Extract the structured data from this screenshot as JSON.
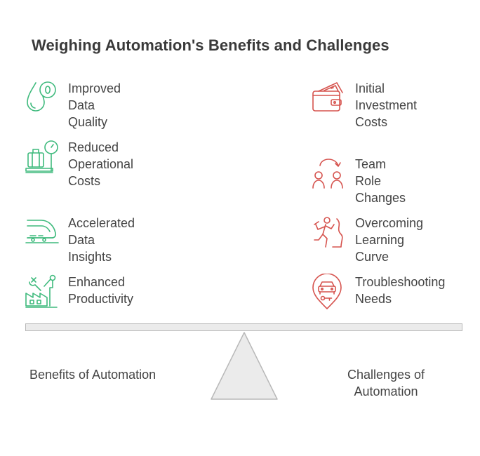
{
  "title": "Weighing Automation's Benefits and Challenges",
  "colors": {
    "benefit": "#3fba7d",
    "challenge": "#d6544f",
    "beam_fill": "#ebebeb",
    "beam_stroke": "#b8b8b8"
  },
  "benefits": [
    {
      "label": "Improved Data\nQuality",
      "icon": "water-drop-zero-icon"
    },
    {
      "label": "Reduced\nOperational\nCosts",
      "icon": "briefcase-on-scale-icon"
    },
    {
      "label": "Accelerated\nData Insights",
      "icon": "bullet-train-icon"
    },
    {
      "label": "Enhanced\nProductivity",
      "icon": "factory-robot-arm-icon"
    }
  ],
  "challenges": [
    {
      "label": "Initial\nInvestment\nCosts",
      "icon": "wallet-money-icon"
    },
    {
      "label": "Team Role\nChanges",
      "icon": "people-swap-icon"
    },
    {
      "label": "Overcoming\nLearning Curve",
      "icon": "climbing-person-icon"
    },
    {
      "label": "Troubleshooting\nNeeds",
      "icon": "car-location-pin-icon"
    }
  ],
  "left_label": "Benefits of Automation",
  "right_label": "Challenges of\nAutomation"
}
